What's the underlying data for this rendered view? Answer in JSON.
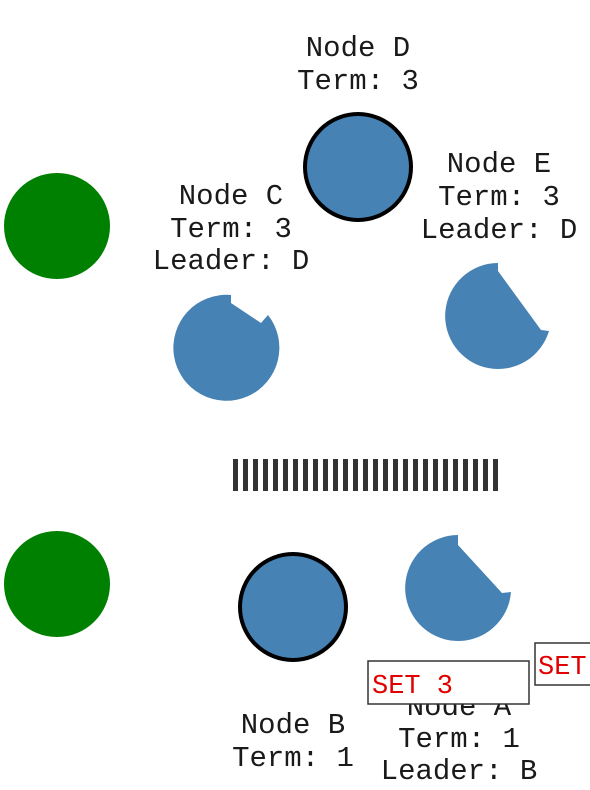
{
  "colors": {
    "node_fill": "#4682b4",
    "leader_stroke": "#000000",
    "client_fill": "#008000",
    "partition": "#333333",
    "command_text": "#e00000"
  },
  "nodes": {
    "d": {
      "name": "Node D",
      "term": "Term: 3",
      "role": "leader"
    },
    "c": {
      "name": "Node C",
      "term": "Term: 3",
      "leader": "Leader: D",
      "role": "follower"
    },
    "e": {
      "name": "Node E",
      "term": "Term: 3",
      "leader": "Leader: D",
      "role": "follower"
    },
    "b": {
      "name": "Node B",
      "term": "Term: 1",
      "role": "leader"
    },
    "a": {
      "name": "Node A",
      "term": "Term: 1",
      "leader": "Leader: B",
      "role": "follower"
    }
  },
  "clients": [
    "client-top",
    "client-bottom"
  ],
  "partition": {
    "label": ""
  },
  "commands": [
    {
      "text": "SET 3"
    },
    {
      "text": "SET"
    }
  ]
}
